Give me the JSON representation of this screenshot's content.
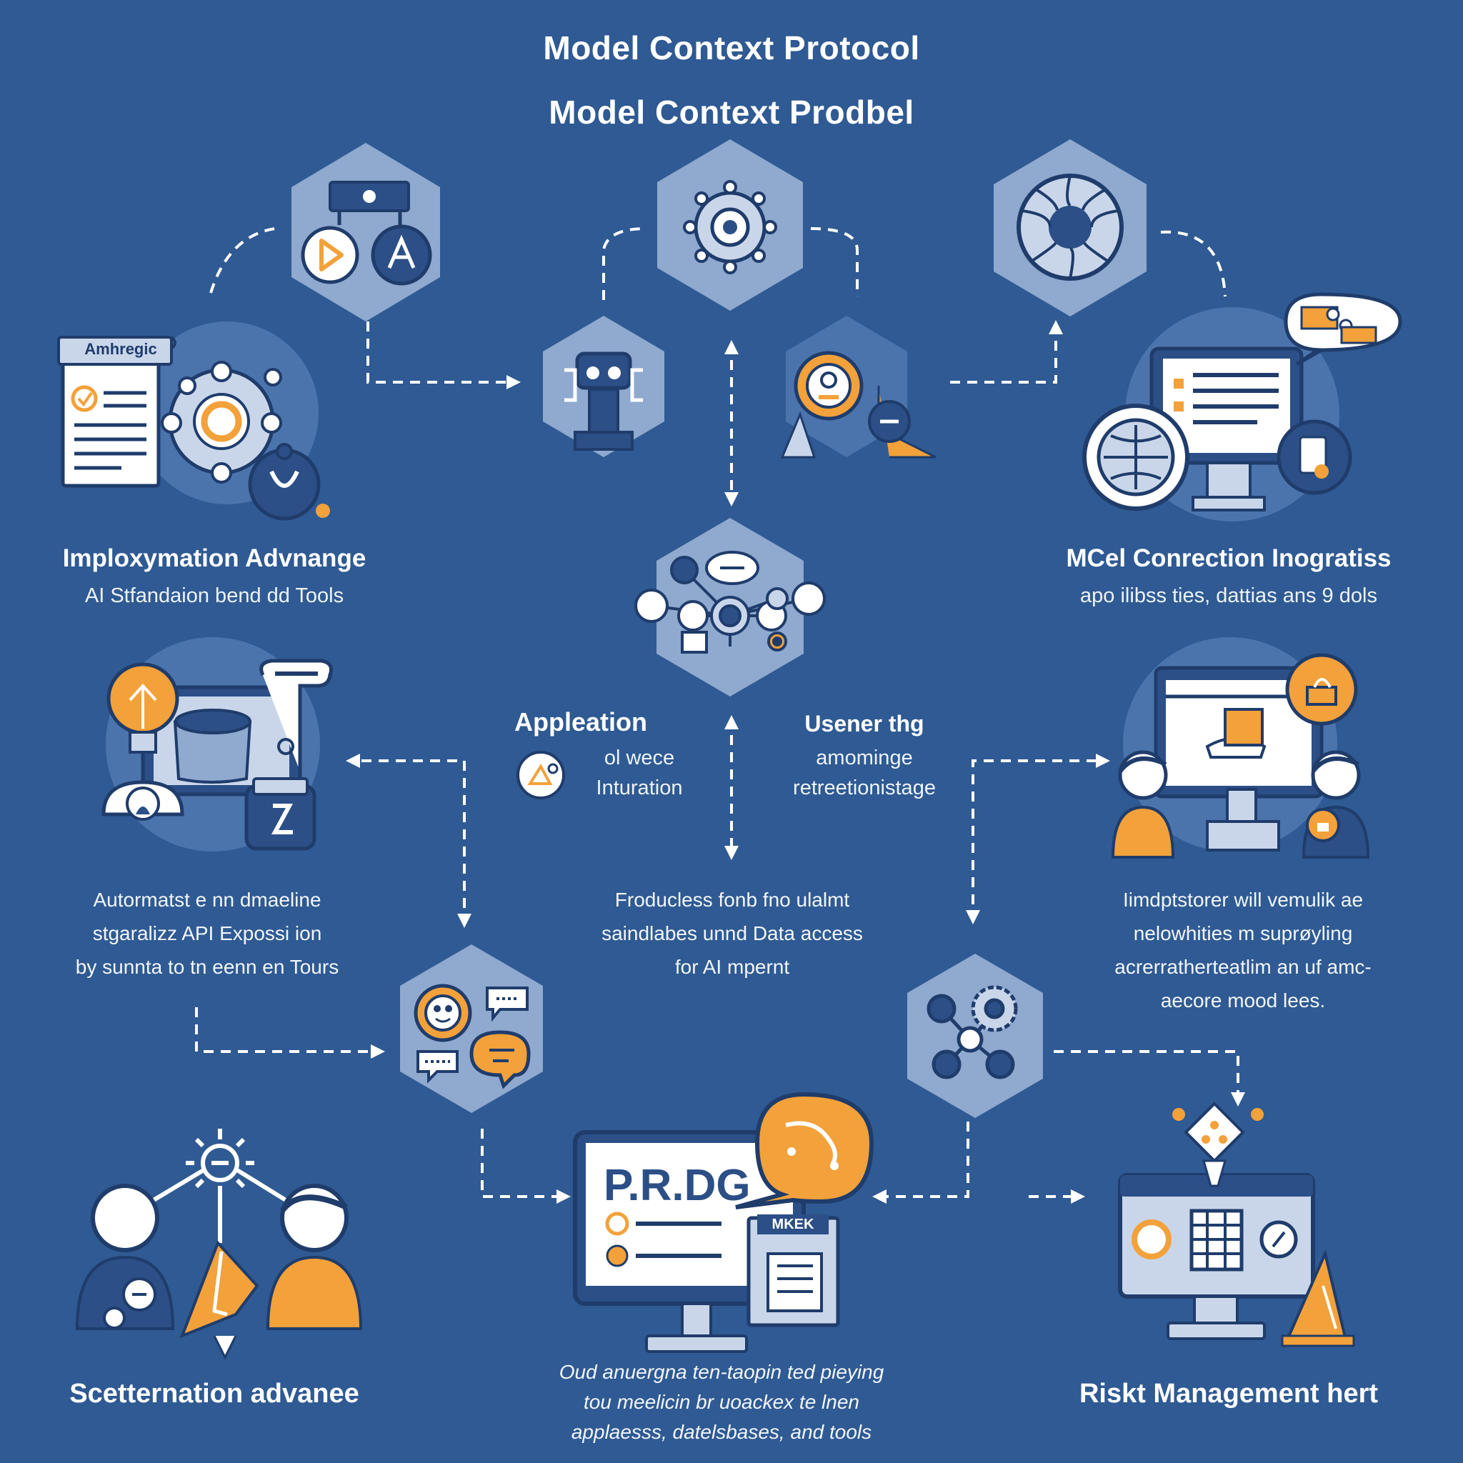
{
  "title": {
    "line1": "Model Context Protocol",
    "line2": "Model Context Prodbel"
  },
  "doc_label": "Amhregic",
  "panels": {
    "top_left": {
      "heading": "Imploxymation Advnange",
      "sub": "AI Stfandaion bend dd Tools"
    },
    "top_right": {
      "heading": "MCel Conrection Inogratiss",
      "sub": "apo ilibss ties, dattias ans 9 dols"
    },
    "center_left": {
      "heading": "Appleation",
      "line1": "ol wece",
      "line2": "Inturation"
    },
    "center_right": {
      "heading": "Usener thg",
      "line1": "amominge",
      "line2": "retreetionistage"
    },
    "mid_left_text": [
      "Autormatst e nn dmaeline",
      "stgaralizz API Expossi ion",
      "by sunnta to tn eenn en Tours"
    ],
    "mid_center_text": [
      "Froducless fonb fno ulalmt",
      "saindlabes unnd Data access",
      "for AI mpernt"
    ],
    "mid_right_text": [
      "Iimdptstorer will vemulik ae",
      "nelowhities m suprøyling",
      "acrerratherteatlim an uf amc-",
      "aecore mood lees."
    ],
    "bottom_left": {
      "heading": "Scetternation advanee"
    },
    "bottom_center_text": [
      "Oud anuergna ten-taopin ted pieying",
      "tou meelicin br uoackex te lnen",
      "applaesss, datelsbases, and tools"
    ],
    "bottom_right": {
      "heading": "Riskt Management hert"
    },
    "screen_label": "P.R.DG",
    "card_label": "MKEK"
  },
  "colors": {
    "background": "#2f5a93",
    "hexagon": "#8fa9cf",
    "circle_backdrop": "#4b74ad",
    "accent_orange": "#f3a13a",
    "navy": "#1f3c6b",
    "white": "#ffffff"
  },
  "icons": [
    "media-hub-icon",
    "network-sphere-icon",
    "globe-sphere-icon",
    "document-icon",
    "gear-network-icon",
    "server-icon",
    "user-badge-icon",
    "monitor-chat-icon",
    "lightbulb-icon",
    "network-graph-icon",
    "chat-bubbles-icon",
    "gear-nodes-icon",
    "people-collaboration-icon",
    "dashboard-monitor-icon",
    "risk-monitor-icon"
  ]
}
